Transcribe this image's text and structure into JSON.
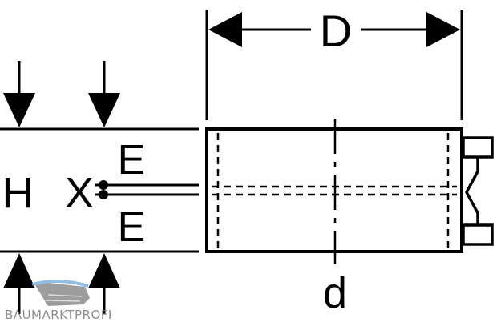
{
  "diagram": {
    "labels": {
      "outer_diameter": "D",
      "inner_diameter": "d",
      "height": "H",
      "axis": "X",
      "eccentricity_upper": "E",
      "eccentricity_lower": "E"
    },
    "watermark": {
      "text": "BAUMARKTPROFI"
    },
    "colors": {
      "line": "#000000",
      "background": "#ffffff",
      "watermark_blue": "#7fb3df",
      "watermark_grey": "#8c8c8c"
    }
  }
}
